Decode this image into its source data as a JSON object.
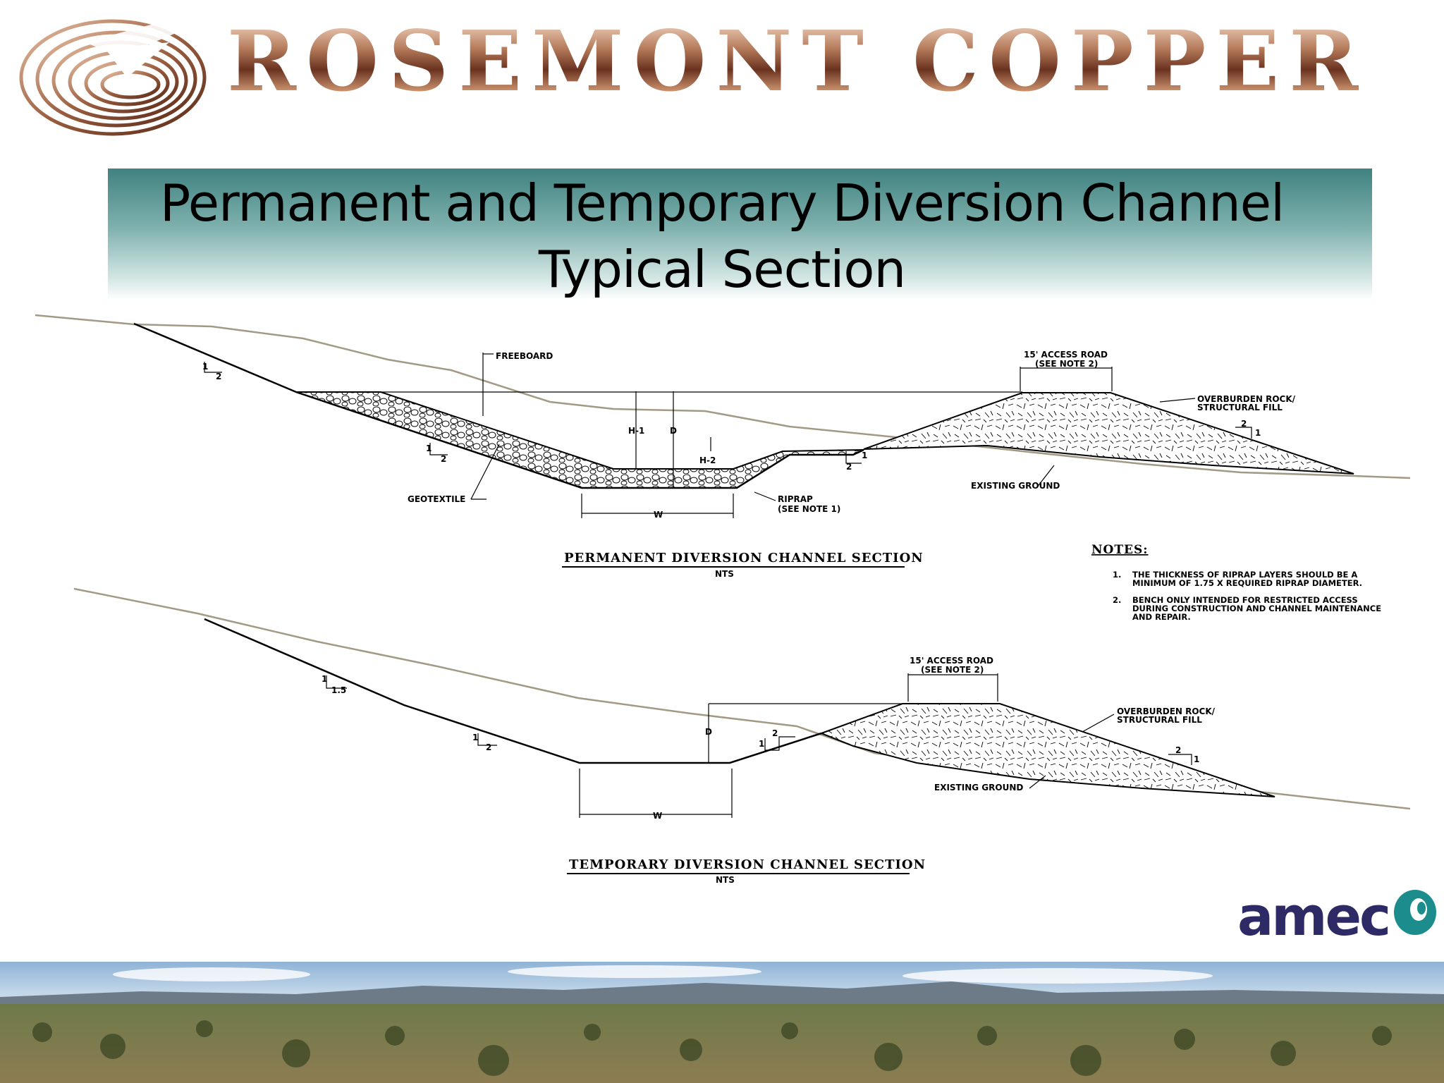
{
  "brand": {
    "name": "ROSEMONT COPPER",
    "partner": "amec"
  },
  "title": {
    "line1": "Permanent and Temporary Diversion Channel",
    "line2": "Typical Section"
  },
  "permanent_section": {
    "title": "PERMANENT DIVERSION CHANNEL SECTION",
    "scale": "NTS",
    "labels": {
      "freeboard": "FREEBOARD",
      "access_road": "15' ACCESS ROAD",
      "access_road_note": "(SEE NOTE 2)",
      "overburden": "OVERBURDEN ROCK/",
      "overburden_2": "STRUCTURAL FILL",
      "existing_ground": "EXISTING GROUND",
      "geotextile": "GEOTEXTILE",
      "riprap": "RIPRAP",
      "riprap_note": "(SEE NOTE 1)",
      "h1": "H-1",
      "h2": "H-2",
      "d": "D",
      "w": "W"
    },
    "slopes": [
      {
        "rise": "1",
        "run": "2"
      },
      {
        "rise": "1",
        "run": "2"
      },
      {
        "rise": "1",
        "run": "2"
      },
      {
        "rise": "2",
        "run": "1"
      }
    ]
  },
  "temporary_section": {
    "title": "TEMPORARY DIVERSION CHANNEL SECTION",
    "scale": "NTS",
    "labels": {
      "access_road": "15' ACCESS ROAD",
      "access_road_note": "(SEE NOTE 2)",
      "overburden": "OVERBURDEN ROCK/",
      "overburden_2": "STRUCTURAL FILL",
      "existing_ground": "EXISTING GROUND",
      "d": "D",
      "w": "W"
    },
    "slopes": [
      {
        "rise": "1",
        "run": "1.5"
      },
      {
        "rise": "1",
        "run": "2"
      },
      {
        "rise": "1",
        "run": "2"
      },
      {
        "rise": "2",
        "run": "1"
      }
    ]
  },
  "notes": {
    "heading": "NOTES:",
    "items": [
      {
        "num": "1.",
        "line1": "THE THICKNESS OF RIPRAP LAYERS SHOULD BE A",
        "line2": "MINIMUM OF 1.75 X REQUIRED RIPRAP DIAMETER.",
        "line3": ""
      },
      {
        "num": "2.",
        "line1": "BENCH ONLY INTENDED FOR RESTRICTED ACCESS",
        "line2": "DURING CONSTRUCTION AND CHANNEL MAINTENANCE",
        "line3": "AND REPAIR."
      }
    ]
  },
  "colors": {
    "title_teal": "#3f8280",
    "copper": "#8a5238",
    "amec_navy": "#2d2a66",
    "ground_line": "#a39a86"
  }
}
